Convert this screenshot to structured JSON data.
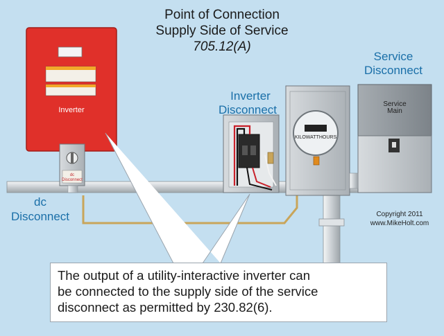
{
  "title": {
    "line1": "Point of Connection",
    "line2": "Supply Side of Service",
    "line3": "705.12(A)"
  },
  "labels": {
    "inverter": "Inverter",
    "inverter_disconnect_1": "Inverter",
    "inverter_disconnect_2": "Disconnect",
    "service_disconnect_1": "Service",
    "service_disconnect_2": "Disconnect",
    "dc_disconnect_1": "dc",
    "dc_disconnect_2": "Disconnect",
    "service_main_1": "Service",
    "service_main_2": "Main",
    "dc_plate_1": "dc",
    "dc_plate_2": "Disconnect",
    "meter_text": "KILOWATTHOURS",
    "copyright_1": "Copyright 2011",
    "copyright_2": "www.MikeHolt.com"
  },
  "caption": {
    "line1": "The output of a utility-interactive inverter can",
    "line2": "be connected to the supply side of the service",
    "line3": "disconnect as permitted by 230.82(6)."
  },
  "colors": {
    "background": "#c4dff0",
    "inverter_red": "#e0302a",
    "label_blue": "#1a6fa8",
    "conduit": "#d4d9dd",
    "ground_wire": "#c9a55a"
  }
}
